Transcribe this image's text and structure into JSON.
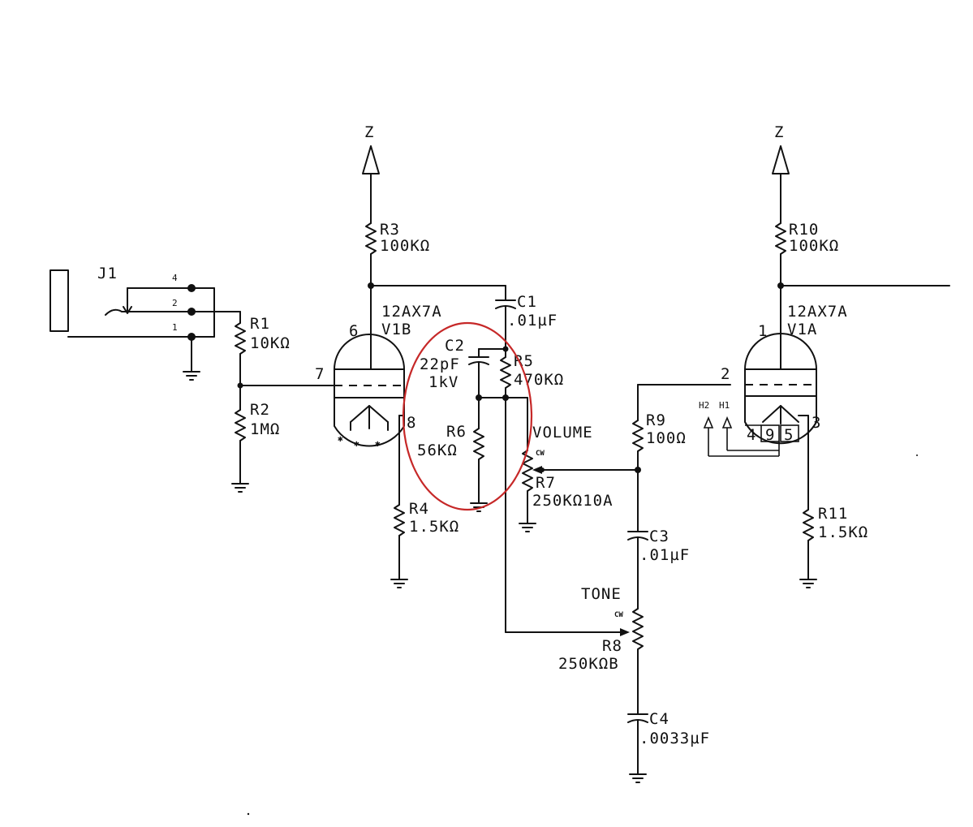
{
  "supply": {
    "left": "Z",
    "right": "Z"
  },
  "jack": {
    "ref": "J1",
    "pins": [
      "4",
      "2",
      "1"
    ]
  },
  "components": {
    "r1": {
      "ref": "R1",
      "value": "10KΩ"
    },
    "r2": {
      "ref": "R2",
      "value": "1MΩ"
    },
    "r3": {
      "ref": "R3",
      "value": "100KΩ"
    },
    "r4": {
      "ref": "R4",
      "value": "1.5KΩ"
    },
    "r5": {
      "ref": "R5",
      "value": "470KΩ"
    },
    "r6": {
      "ref": "R6",
      "value": "56KΩ"
    },
    "r7": {
      "ref": "R7",
      "value": "250KΩ10A",
      "name": "VOLUME",
      "cw": "CW"
    },
    "r8": {
      "ref": "R8",
      "value": "250KΩB",
      "name": "TONE",
      "cw": "CW"
    },
    "r9": {
      "ref": "R9",
      "value": "100Ω"
    },
    "r10": {
      "ref": "R10",
      "value": "100KΩ"
    },
    "r11": {
      "ref": "R11",
      "value": "1.5KΩ"
    },
    "c1": {
      "ref": "C1",
      "value": ".01µF"
    },
    "c2": {
      "ref": "C2",
      "value": "22pF",
      "rating": "1kV"
    },
    "c3": {
      "ref": "C3",
      "value": ".01µF"
    },
    "c4": {
      "ref": "C4",
      "value": ".0033µF"
    }
  },
  "tubes": {
    "v1b": {
      "type": "12AX7A",
      "ref": "V1B",
      "pins": {
        "plate": "6",
        "grid": "7",
        "cathode": "8"
      }
    },
    "v1a": {
      "type": "12AX7A",
      "ref": "V1A",
      "pins": {
        "plate": "1",
        "grid": "2",
        "cathode": "3",
        "heater": [
          "4",
          "9",
          "5"
        ]
      },
      "heater_labels": [
        "H2",
        "H1"
      ]
    }
  },
  "highlight_color": "#c62828"
}
